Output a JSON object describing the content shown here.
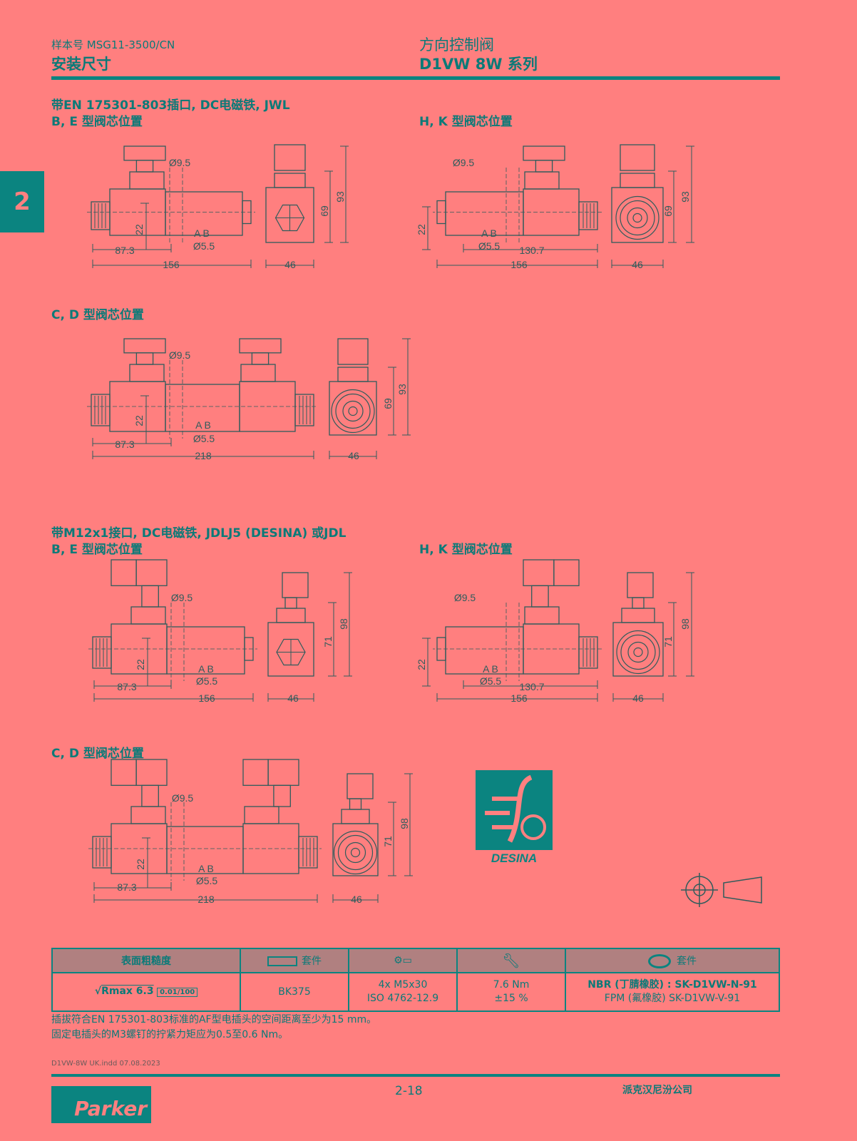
{
  "header": {
    "catalog_no": "样本号 MSG11-3500/CN",
    "section_title": "安装尺寸",
    "product_category": "方向控制阀",
    "product_series": "D1VW 8W 系列"
  },
  "chapter_tab": "2",
  "section1": {
    "title": "带EN 175301-803插口, DC电磁铁, JWL",
    "sub_be": "B, E 型阀芯位置",
    "sub_hk": "H, K 型阀芯位置",
    "sub_cd": "C, D 型阀芯位置"
  },
  "section2": {
    "title": "带M12x1接口, DC电磁铁, JDLJ5 (DESINA) 或JDL",
    "sub_be": "B, E 型阀芯位置",
    "sub_hk": "H, K 型阀芯位置",
    "sub_cd": "C, D 型阀芯位置"
  },
  "dims": {
    "d95": "Ø9.5",
    "d55": "Ø5.5",
    "ab": "A  B",
    "l873": "87.3",
    "l156": "156",
    "l1307": "130.7",
    "l218": "218",
    "h22": "22",
    "w46": "46",
    "h69": "69",
    "h93": "93",
    "h98": "98",
    "h71": "71"
  },
  "logo": {
    "desina": "DESINA"
  },
  "table": {
    "headers": [
      "表面粗糙度",
      "套件",
      "",
      "",
      "套件"
    ],
    "roughness": "Rmax 6.3",
    "flatness": "0.01/100",
    "kit": "BK375",
    "bolts": [
      "4x M5x30",
      "ISO 4762-12.9"
    ],
    "torque": [
      "7.6 Nm",
      "±15 %"
    ],
    "seals": [
      "NBR (丁腈橡胶) : SK-D1VW-N-91",
      "FPM (氟橡胶)  SK-D1VW-V-91"
    ]
  },
  "notes": [
    "插拔符合EN 175301-803标准的AF型电插头的空间距离至少为15 mm。",
    "固定电插头的M3螺钉的拧紧力矩应为0.5至0.6 Nm。"
  ],
  "footer": {
    "file": "D1VW-8W UK.indd 07.08.2023",
    "page": "2-18",
    "company": "派克汉尼汾公司",
    "brand": "Parker"
  },
  "colors": {
    "background": "#ff7f7f",
    "accent": "#0b8480",
    "table_header": "#b08080"
  }
}
